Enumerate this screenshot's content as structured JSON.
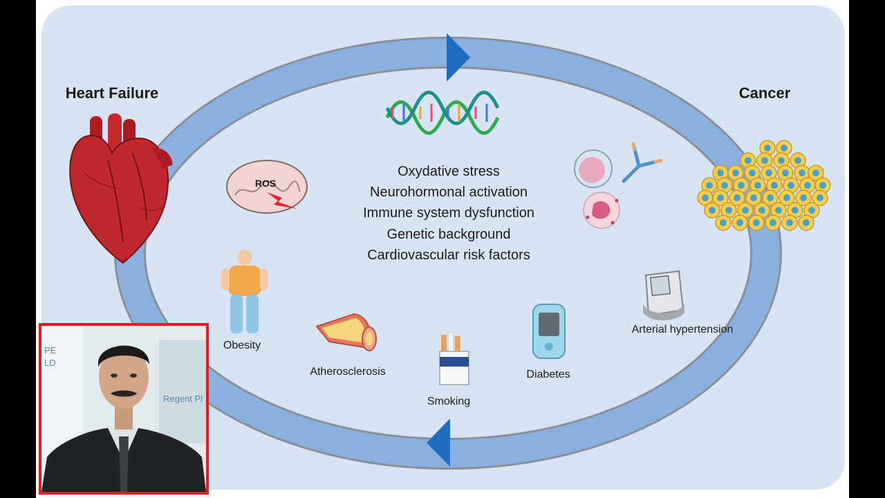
{
  "left_title": "Heart Failure",
  "right_title": "Cancer",
  "ros_label": "ROS",
  "center_factors": [
    "Oxydative stress",
    "Neurohormonal activation",
    "Immune system dysfunction",
    "Genetic background",
    "Cardiovascular risk factors"
  ],
  "risk_factors": {
    "obesity": "Obesity",
    "atherosclerosis": "Atherosclerosis",
    "smoking": "Smoking",
    "diabetes": "Diabetes",
    "hypertension": "Arterial hypertension"
  },
  "inset_background_text": {
    "a": "PE",
    "b": "LD",
    "c": "Regent Pl"
  },
  "colors": {
    "panel": "#d6e4f3",
    "ring": "#8ab0e0",
    "ring_edge": "#8a8f96",
    "arrow": "#1f6cc0",
    "inset_border": "#e01e1e"
  }
}
